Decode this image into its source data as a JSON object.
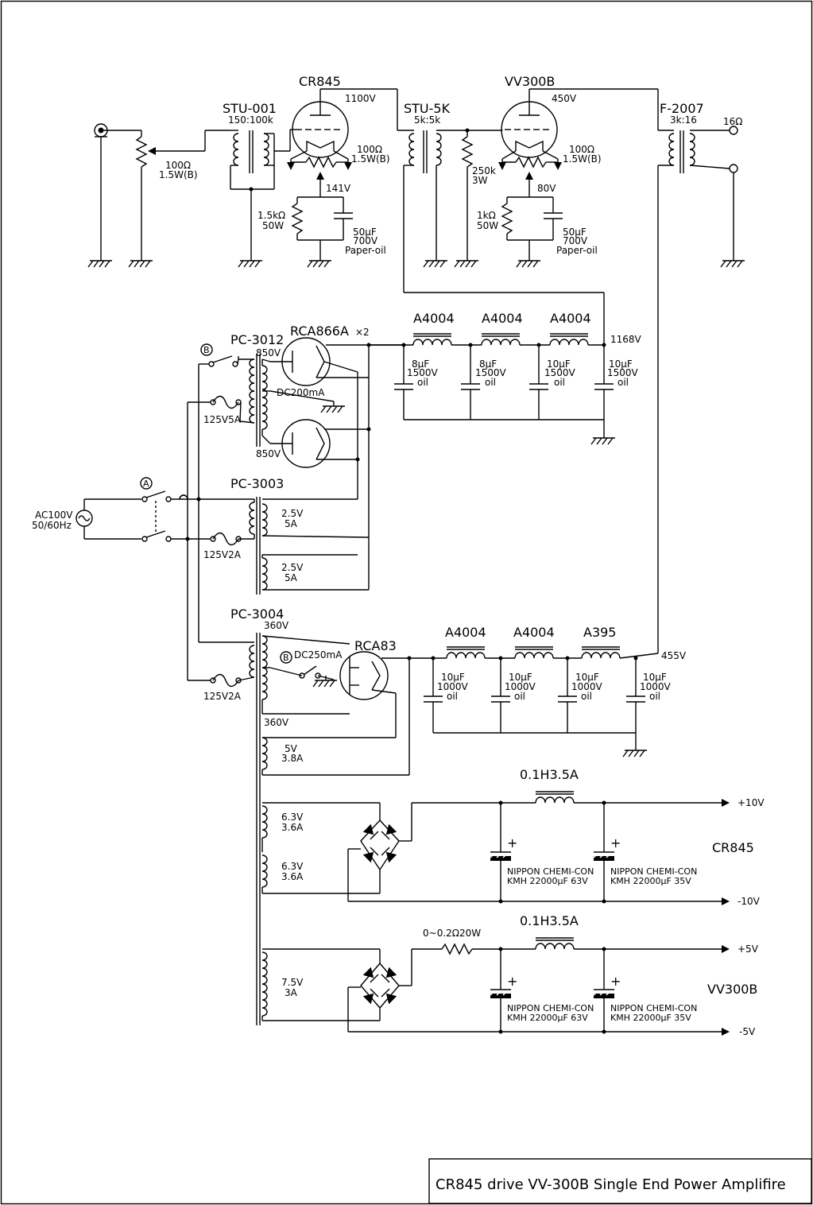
{
  "diagram": {
    "title": "CR845 drive VV-300B Single End Power Amplifire",
    "driver_stage": {
      "input_pot": {
        "value": "100Ω",
        "rating": "1.5W(B)"
      },
      "input_transformer": {
        "name": "STU-001",
        "ratio": "150:100k"
      },
      "tube": {
        "name": "CR845",
        "plate_voltage": "1100V",
        "cathode_voltage": "141V"
      },
      "hum_pot": {
        "value": "100Ω",
        "rating": "1.5W(B)"
      },
      "cathode_resistor": {
        "value": "1.5kΩ",
        "power": "50W"
      },
      "cathode_cap": {
        "value": "50μF",
        "voltage": "700V",
        "type": "Paper-oil"
      }
    },
    "output_stage": {
      "interstage": {
        "name": "STU-5K",
        "ratio": "5k:5k"
      },
      "grid_resistor": {
        "value": "250k",
        "power": "3W"
      },
      "tube": {
        "name": "VV300B",
        "plate_voltage": "450V",
        "cathode_voltage": "80V"
      },
      "hum_pot": {
        "value": "100Ω",
        "rating": "1.5W(B)"
      },
      "cathode_resistor": {
        "value": "1kΩ",
        "power": "50W"
      },
      "cathode_cap": {
        "value": "50μF",
        "voltage": "700V",
        "type": "Paper-oil"
      },
      "output_transformer": {
        "name": "F-2007",
        "ratio": "3k:16"
      },
      "speaker": "16Ω"
    },
    "hv_supply": {
      "transformer": "PC-3012",
      "rectifier": "RCA866A",
      "rectifier_count": "×2",
      "secondary_top": "850V",
      "secondary_bottom": "850V",
      "ct_current": "DC200mA",
      "fuse": "125V5A",
      "output_voltage": "1168V",
      "chokes": [
        "A4004",
        "A4004",
        "A4004"
      ],
      "caps": [
        {
          "value": "8μF",
          "voltage": "1500V",
          "type": "oil"
        },
        {
          "value": "8μF",
          "voltage": "1500V",
          "type": "oil"
        },
        {
          "value": "10μF",
          "voltage": "1500V",
          "type": "oil"
        },
        {
          "value": "10μF",
          "voltage": "1500V",
          "type": "oil"
        }
      ]
    },
    "filament_transformer": {
      "name": "PC-3003",
      "fuse": "125V2A",
      "windings": [
        {
          "voltage": "2.5V",
          "current": "5A"
        },
        {
          "voltage": "2.5V",
          "current": "5A"
        }
      ]
    },
    "mains": {
      "voltage": "AC100V",
      "freq": "50/60Hz",
      "switch_a": "A",
      "switch_b": "B"
    },
    "lv_supply": {
      "transformer": "PC-3004",
      "rectifier": "RCA83",
      "secondary_top": "360V",
      "secondary_bottom": "360V",
      "ct_current": "DC250mA",
      "fuse": "125V2A",
      "heater": {
        "voltage": "5V",
        "current": "3.8A"
      },
      "output_voltage": "455V",
      "chokes": [
        "A4004",
        "A4004",
        "A395"
      ],
      "caps": [
        {
          "value": "10μF",
          "voltage": "1000V",
          "type": "oil"
        },
        {
          "value": "10μF",
          "voltage": "1000V",
          "type": "oil"
        },
        {
          "value": "10μF",
          "voltage": "1000V",
          "type": "oil"
        },
        {
          "value": "10μF",
          "voltage": "1000V",
          "type": "oil"
        }
      ]
    },
    "dc_heater_cr845": {
      "winding1": {
        "voltage": "6.3V",
        "current": "3.6A"
      },
      "winding2": {
        "voltage": "6.3V",
        "current": "3.6A"
      },
      "choke": "0.1H3.5A",
      "cap1": {
        "maker": "NIPPON CHEMI-CON",
        "spec": "KMH 22000μF 63V"
      },
      "cap2": {
        "maker": "NIPPON CHEMI-CON",
        "spec": "KMH 22000μF 35V"
      },
      "plus": "+10V",
      "minus": "-10V",
      "label": "CR845"
    },
    "dc_heater_vv300b": {
      "winding": {
        "voltage": "7.5V",
        "current": "3A"
      },
      "resistor": "0~0.2Ω20W",
      "choke": "0.1H3.5A",
      "cap1": {
        "maker": "NIPPON CHEMI-CON",
        "spec": "KMH 22000μF 63V"
      },
      "cap2": {
        "maker": "NIPPON CHEMI-CON",
        "spec": "KMH 22000μF 35V"
      },
      "plus": "+5V",
      "minus": "-5V",
      "label": "VV300B"
    }
  }
}
